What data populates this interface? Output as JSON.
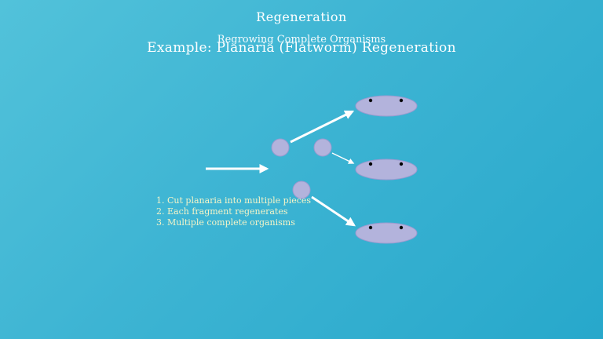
{
  "title": "Regeneration",
  "subtitle": "Regrowing Complete Organisms",
  "example_title": "Example: Planaria (Flatworm) Regeneration",
  "steps": [
    "1. Cut planaria into multiple pieces",
    "2. Each fragment regenerates",
    "3. Multiple complete organisms"
  ],
  "colors": {
    "organism_fill": "#b3b3dc",
    "organism_stroke": "#9a9ad0",
    "arrow": "#ffffff",
    "eye": "#000000",
    "step_text": "#f4f4c8"
  }
}
